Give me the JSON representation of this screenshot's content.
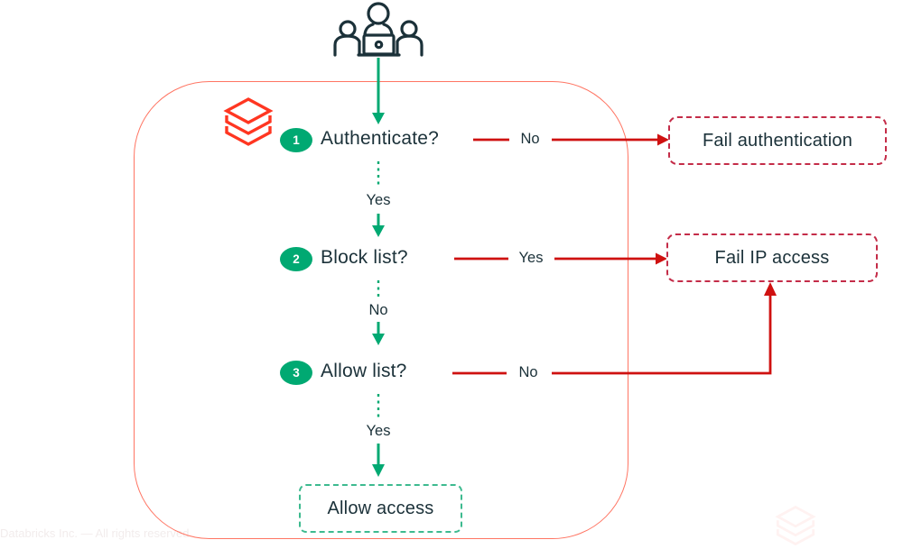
{
  "page": {
    "watermark": "Databricks Inc. — All rights reserved"
  },
  "flow": {
    "actor_icon": "users-group-icon",
    "brand_icon": "databricks-logo-icon",
    "steps": [
      {
        "number": "1",
        "label": "Authenticate?",
        "branch_label": "No",
        "next_label": "Yes"
      },
      {
        "number": "2",
        "label": "Block list?",
        "branch_label": "Yes",
        "next_label": "No"
      },
      {
        "number": "3",
        "label": "Allow list?",
        "branch_label": "No",
        "next_label": "Yes"
      }
    ],
    "outcomes": {
      "fail_auth": "Fail authentication",
      "fail_ip": "Fail IP access",
      "allow": "Allow access"
    },
    "colors": {
      "green": "#00A972",
      "navy": "#1B3139",
      "arrow_red": "#CF1110",
      "fail_border": "#C42C48",
      "allow_border": "#3DBA8F",
      "container_border": "#FF7563",
      "brand_red": "#FF3621"
    }
  }
}
